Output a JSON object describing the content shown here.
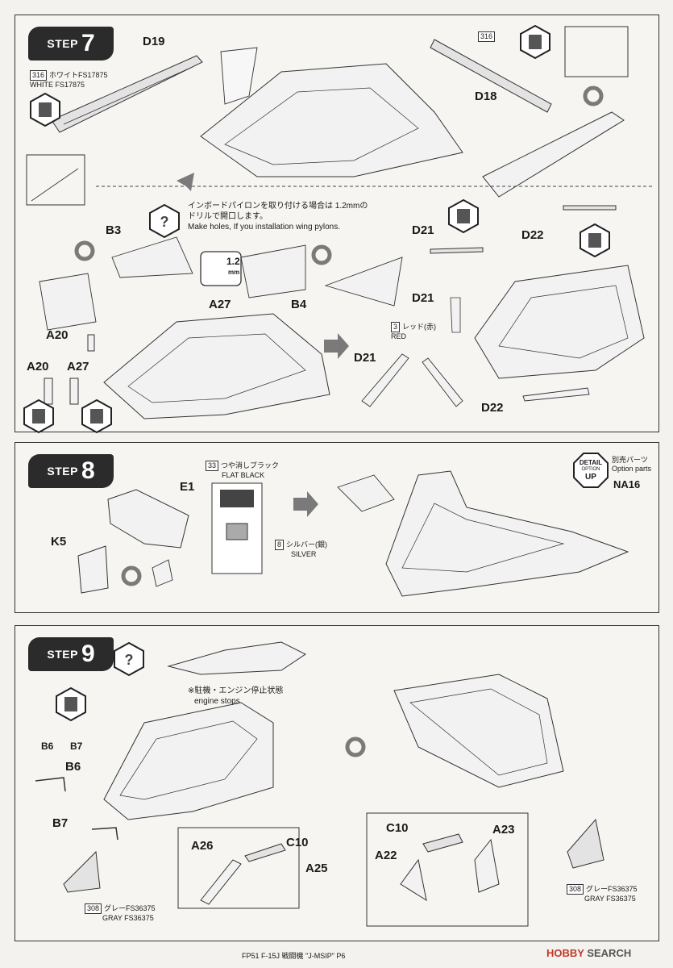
{
  "step7": {
    "step_word": "STEP",
    "step_num": "7",
    "paint_316_num": "316",
    "paint_316_jp": "ホワイトFS17875",
    "paint_316_en": "WHITE FS17875",
    "part_d19": "D19",
    "part_d18": "D18",
    "paint_316_num_2": "316",
    "note_jp_1": "インボードパイロンを取り付ける場合は 1.2mmの",
    "note_jp_2": "ドリルで開口します。",
    "note_en": "Make holes, If you installation wing pylons.",
    "drill_size": "1.2",
    "drill_unit": "mm",
    "part_b3": "B3",
    "part_b4": "B4",
    "part_a27_a": "A27",
    "part_a20_a": "A20",
    "part_a20_b": "A20",
    "part_a27_b": "A27",
    "part_d21_a": "D21",
    "part_d22_a": "D22",
    "part_d21_b": "D21",
    "part_d21_c": "D21",
    "part_d22_b": "D22",
    "paint_3_num": "3",
    "paint_3_jp": "レッド(赤)",
    "paint_3_en": "RED"
  },
  "step8": {
    "step_word": "STEP",
    "step_num": "8",
    "part_e1": "E1",
    "part_k5": "K5",
    "paint_33_num": "33",
    "paint_33_jp": "つや消しブラック",
    "paint_33_en": "FLAT BLACK",
    "paint_8_num": "8",
    "paint_8_jp": "シルバー(銀)",
    "paint_8_en": "SILVER",
    "detail_1": "DETAIL",
    "detail_2": "OPTION",
    "detail_3": "UP",
    "option_jp": "別売パーツ",
    "option_en": "Option parts",
    "option_code": "NA16"
  },
  "step9": {
    "step_word": "STEP",
    "step_num": "9",
    "note_jp": "※駐機・エンジン停止状態",
    "note_en": "engine stops",
    "part_b6_a": "B6",
    "part_b7_a": "B7",
    "part_b6_b": "B6",
    "part_b7_b": "B7",
    "part_a26": "A26",
    "part_c10_a": "C10",
    "part_a25": "A25",
    "part_c10_b": "C10",
    "part_a23": "A23",
    "part_a22": "A22",
    "paint_308_num_a": "308",
    "paint_308_jp_a": "グレーFS36375",
    "paint_308_en_a": "GRAY FS36375",
    "paint_308_num_b": "308",
    "paint_308_jp_b": "グレーFS36375",
    "paint_308_en_b": "GRAY FS36375"
  },
  "footer": {
    "text": "FP51 F-15J 戦闘機 \"J-MSIP\" P6",
    "brand_1": "HOBBY",
    "brand_2": " SEARCH"
  },
  "colors": {
    "ink": "#1a1a1a",
    "step_bg": "#2b2b2b",
    "paint_white": "#e0e0e0",
    "paint_gray": "#d9d6cf",
    "arrow_gray": "#7a7a7a"
  }
}
